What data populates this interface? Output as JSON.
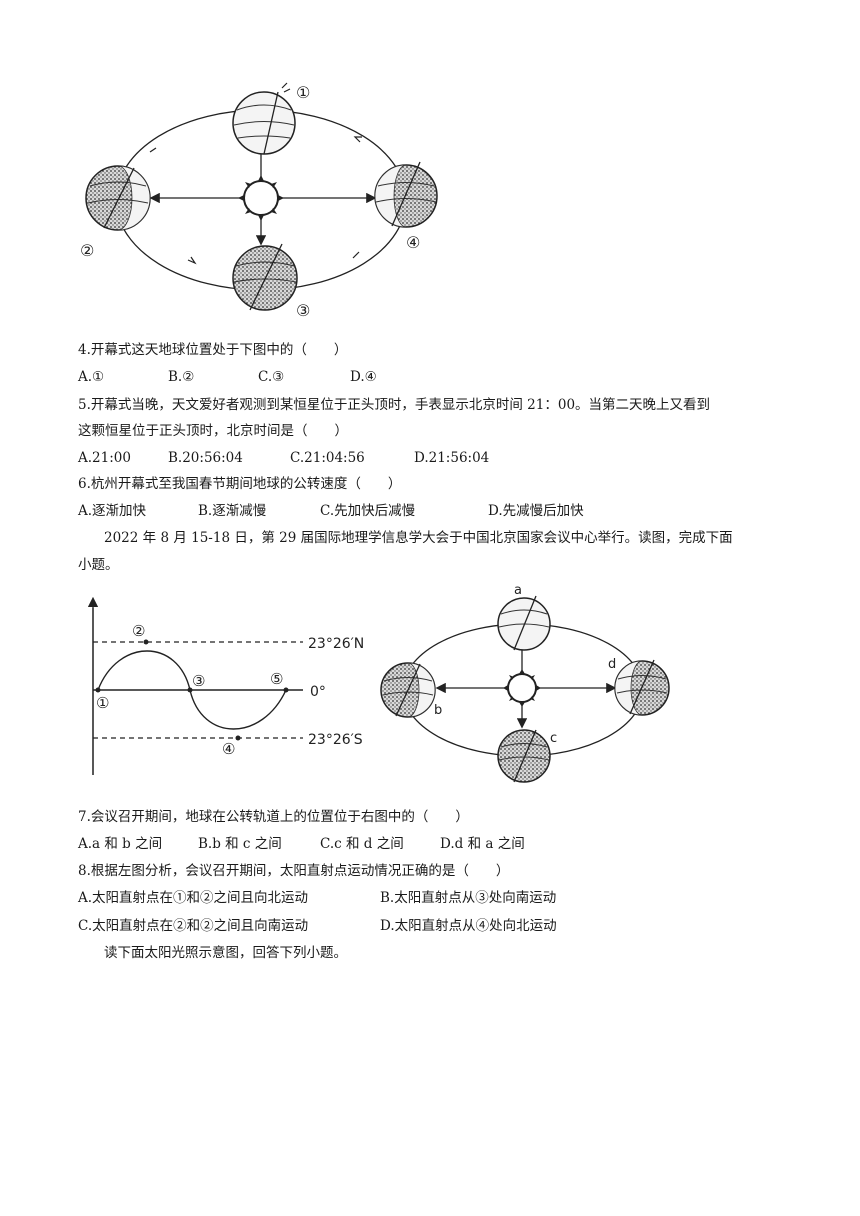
{
  "figure1": {
    "markers": [
      "①",
      "②",
      "③",
      "④"
    ]
  },
  "q4": {
    "stem": "4.开幕式这天地球位置处于下图中的（　　）",
    "options": [
      "A.①",
      "B.②",
      "C.③",
      "D.④"
    ]
  },
  "q5": {
    "stem_line1": "5.开幕式当晚，天文爱好者观测到某恒星位于正头顶时，手表显示北京时间 21：00。当第二天晚上又看到",
    "stem_line2": "这颗恒星位于正头顶时，北京时间是（　　）",
    "options": [
      "A.21:00",
      "B.20:56:04",
      "C.21:04:56",
      "D.21:56:04"
    ]
  },
  "q6": {
    "stem": "6.杭州开幕式至我国春节期间地球的公转速度（　　）",
    "options": [
      "A.逐渐加快",
      "B.逐渐减慢",
      "C.先加快后减慢",
      "D.先减慢后加快"
    ]
  },
  "intro2": {
    "line1": "2022 年 8 月 15-18 日，第 29 届国际地理学信息学大会于中国北京国家会议中心举行。读图，完成下面",
    "line2": "小题。"
  },
  "figure2_left": {
    "labels": {
      "north": "23°26′N",
      "equator": "0°",
      "south": "23°26′S"
    },
    "points": [
      "①",
      "②",
      "③",
      "④",
      "⑤"
    ]
  },
  "figure2_right": {
    "labels": [
      "a",
      "b",
      "c",
      "d"
    ]
  },
  "q7": {
    "stem": "7.会议召开期间，地球在公转轨道上的位置位于右图中的（　　）",
    "options": [
      "A.a 和 b 之间",
      "B.b 和 c 之间",
      "C.c 和 d 之间",
      "D.d 和 a 之间"
    ]
  },
  "q8": {
    "stem": "8.根据左图分析，会议召开期间，太阳直射点运动情况正确的是（　　）",
    "options": [
      "A.太阳直射点在①和②之间且向北运动",
      "B.太阳直射点从③处向南运动",
      "C.太阳直射点在②和②之间且向南运动",
      "D.太阳直射点从④处向北运动"
    ]
  },
  "intro3": {
    "line1": "读下面太阳光照示意图，回答下列小题。"
  }
}
